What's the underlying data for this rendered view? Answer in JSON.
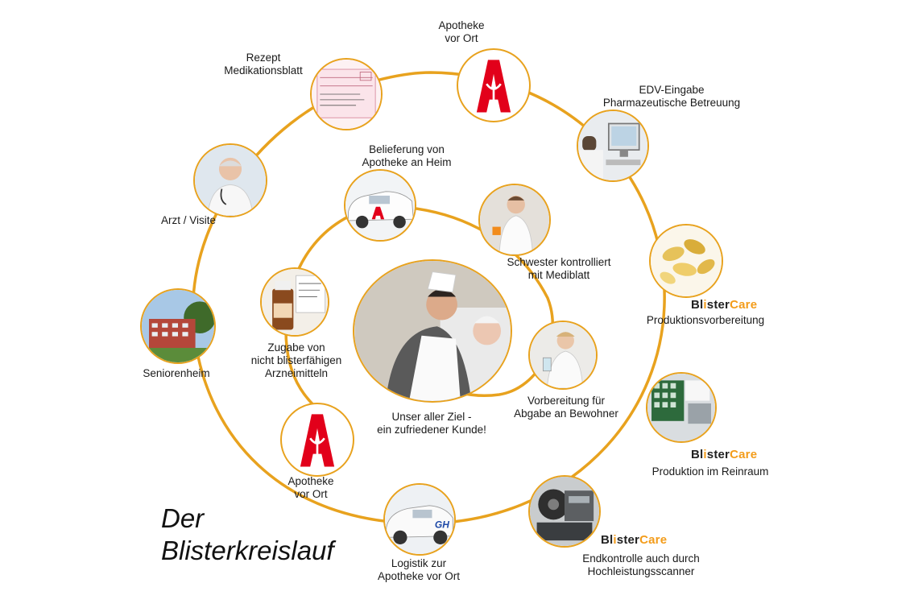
{
  "title": {
    "line1": "Der",
    "line2": "Blisterkreislauf"
  },
  "center": {
    "line1": "Unser aller Ziel -",
    "line2": "ein zufriedener Kunde!"
  },
  "steps": {
    "apotheke_top": {
      "line1": "Apotheke",
      "line2": "vor Ort"
    },
    "edv": {
      "line1": "EDV-Eingabe",
      "line2": "Pharmazeutische Betreuung"
    },
    "produktionsvorbereitung": {
      "line1": "Produktionsvorbereitung"
    },
    "reinraum": {
      "line1": "Produktion im Reinraum"
    },
    "endkontrolle": {
      "line1": "Endkontrolle auch durch",
      "line2": "Hochleistungsscanner"
    },
    "logistik": {
      "line1": "Logistik zur",
      "line2": "Apotheke vor Ort"
    },
    "apotheke_bottom": {
      "line1": "Apotheke",
      "line2": "vor Ort"
    },
    "seniorenheim": {
      "line1": "Seniorenheim"
    },
    "arzt": {
      "line1": "Arzt / Visite"
    },
    "rezept": {
      "line1": "Rezept",
      "line2": "Medikationsblatt"
    },
    "belieferung": {
      "line1": "Belieferung von",
      "line2": "Apotheke an Heim"
    },
    "schwester": {
      "line1": "Schwester kontrolliert",
      "line2": "mit Mediblatt"
    },
    "vorbereitung": {
      "line1": "Vorbereitung für",
      "line2": "Abgabe an Bewohner"
    },
    "zugabe": {
      "line1": "Zugabe von",
      "line2": "nicht blisterfähigen",
      "line3": "Arzneimitteln"
    }
  },
  "logo": {
    "part1": "Bl",
    "part2": "ster",
    "part3": "Care"
  },
  "colors": {
    "accent": "#e8a21e",
    "apotheke_red": "#e2001a",
    "logo_orange": "#f39c1a"
  }
}
